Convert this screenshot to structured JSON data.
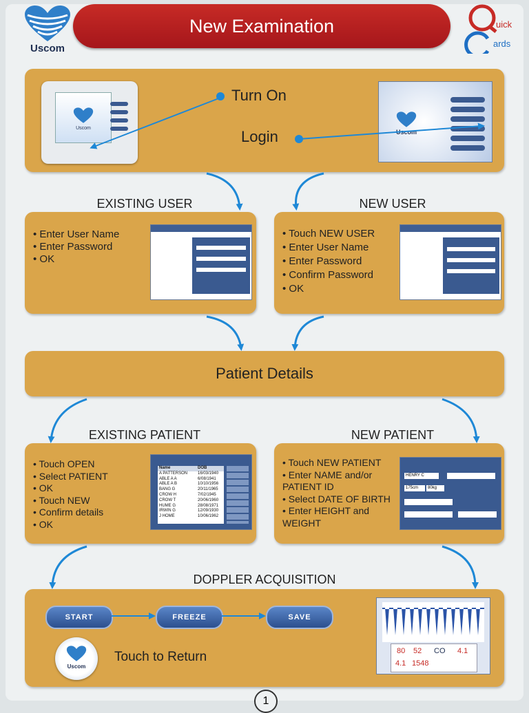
{
  "header": {
    "brand": "Uscom",
    "title": "New Examination",
    "quick_logo": {
      "q": "uick",
      "c": "ards"
    }
  },
  "power": {
    "turn_on": "Turn On",
    "login": "Login",
    "device_brand": "Uscom",
    "welcome_brand": "Uscom"
  },
  "existing_user": {
    "heading": "EXISTING USER",
    "items": [
      "Enter User Name",
      "Enter Password",
      "OK"
    ]
  },
  "new_user": {
    "heading": "NEW USER",
    "items": [
      "Touch NEW USER",
      "Enter User Name",
      "Enter Password",
      "Confirm Password",
      "OK"
    ]
  },
  "patient_details": {
    "label": "Patient Details"
  },
  "existing_patient": {
    "heading": "EXISTING PATIENT",
    "items": [
      "Touch OPEN",
      "Select PATIENT",
      "OK",
      "Touch NEW",
      "Confirm details",
      "OK"
    ],
    "screen_col_name": "Name",
    "screen_col_dob": "DOB",
    "screen_rows": [
      [
        "A PATTERSON",
        "16/03/1940"
      ],
      [
        "ABLE A A",
        "6/08/1941"
      ],
      [
        "ABLE A B",
        "10/10/1956"
      ],
      [
        "BANG G",
        "20/11/1965"
      ],
      [
        "CROW H",
        "7/02/1945"
      ],
      [
        "CROW T",
        "20/06/1960"
      ],
      [
        "HUME G",
        "28/08/1971"
      ],
      [
        "IRWIN G",
        "12/09/1930"
      ],
      [
        "J HOME",
        "10/06/1962"
      ]
    ]
  },
  "new_patient": {
    "heading": "NEW PATIENT",
    "items": [
      "Touch NEW PATIENT",
      "Enter NAME and/or PATIENT ID",
      "Select DATE OF BIRTH",
      "Enter HEIGHT and WEIGHT"
    ],
    "screen_name": "HENRY C",
    "screen_height": "175cm",
    "screen_weight": "80kg"
  },
  "doppler": {
    "heading": "DOPPLER ACQUISITION",
    "buttons": [
      "START",
      "FREEZE",
      "SAVE"
    ],
    "return_label": "Touch to Return",
    "return_brand": "Uscom",
    "screen_values": {
      "co": "CO",
      "co_val": "4.1",
      "a": "80",
      "b": "52",
      "c": "4.1",
      "d": "1548"
    }
  },
  "footer": {
    "page": "1"
  },
  "colors": {
    "panel": "#daa54a",
    "title": "#c72b26",
    "arrow": "#1e88d6"
  }
}
